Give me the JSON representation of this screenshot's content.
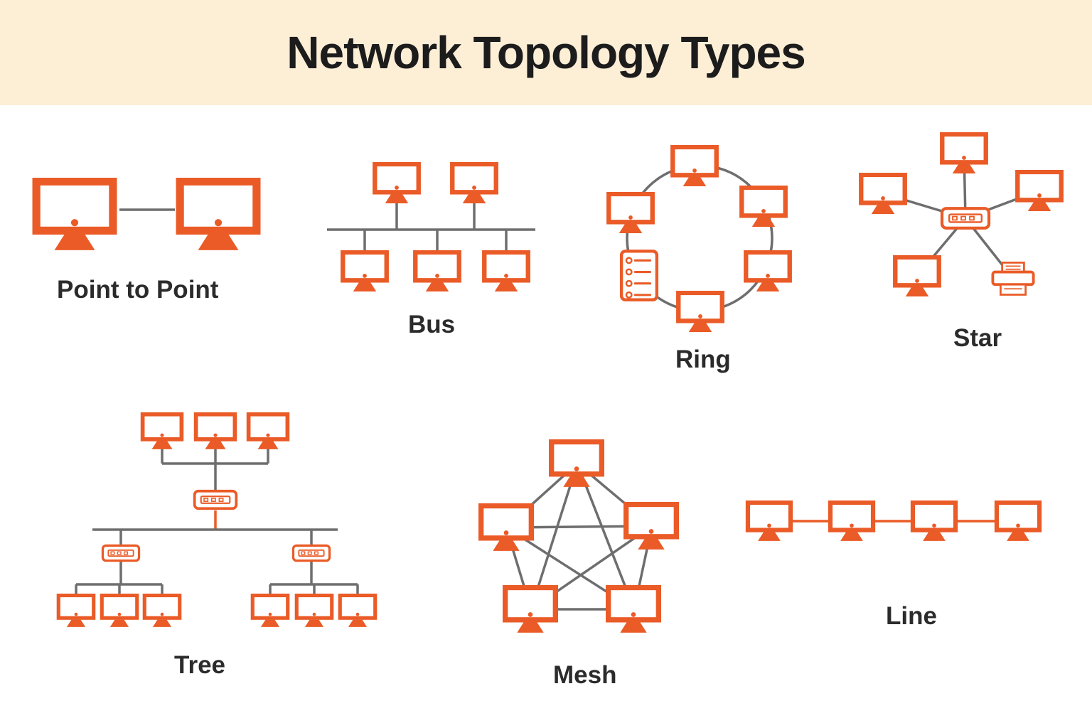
{
  "title": "Network Topology Types",
  "colors": {
    "header_background": "#fdeed6",
    "body_background": "#ffffff",
    "icon_orange": "#ea5b27",
    "connector_gray": "#6e6e6e",
    "title_color": "#1c1c1c",
    "label_color": "#2b2b2b"
  },
  "topologies": {
    "point_to_point": {
      "label": "Point to Point",
      "computers": 2
    },
    "bus": {
      "label": "Bus",
      "computers": 5
    },
    "ring": {
      "label": "Ring",
      "computers": 5,
      "servers": 1
    },
    "star": {
      "label": "Star",
      "computers": 4,
      "hubs": 1,
      "printers": 1
    },
    "tree": {
      "label": "Tree",
      "computers": 9,
      "hubs": 3
    },
    "mesh": {
      "label": "Mesh",
      "computers": 5
    },
    "line": {
      "label": "Line",
      "computers": 4
    }
  },
  "icons": {
    "computer": "monitor-icon",
    "hub": "hub-icon",
    "server": "server-icon",
    "printer": "printer-icon"
  }
}
